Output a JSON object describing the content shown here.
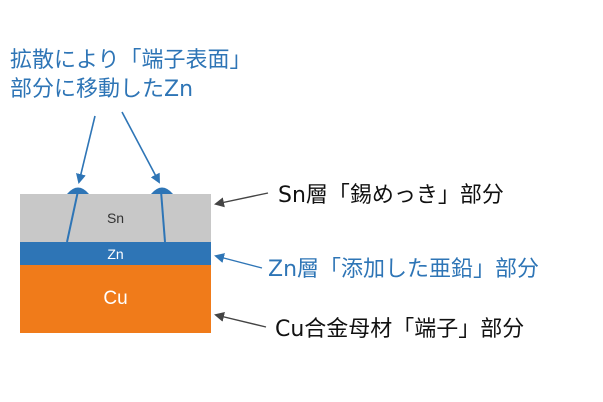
{
  "diagram": {
    "diffusion_label": {
      "line1": "拡散により「端子表面」",
      "line2": "部分に移動したZn"
    },
    "layers": {
      "sn": "Sn",
      "zn": "Zn",
      "cu": "Cu"
    },
    "callouts": {
      "sn": "Sn層「錫めっき」部分",
      "zn": "Zn層「添加した亜鉛」部分",
      "cu": "Cu合金母材「端子」部分"
    },
    "colors": {
      "sn_layer": "#c8c8c8",
      "zn_layer": "#2e75b6",
      "cu_layer": "#f07b1a",
      "accent_text": "#2e75b6",
      "arrow_dark": "#444444"
    }
  }
}
